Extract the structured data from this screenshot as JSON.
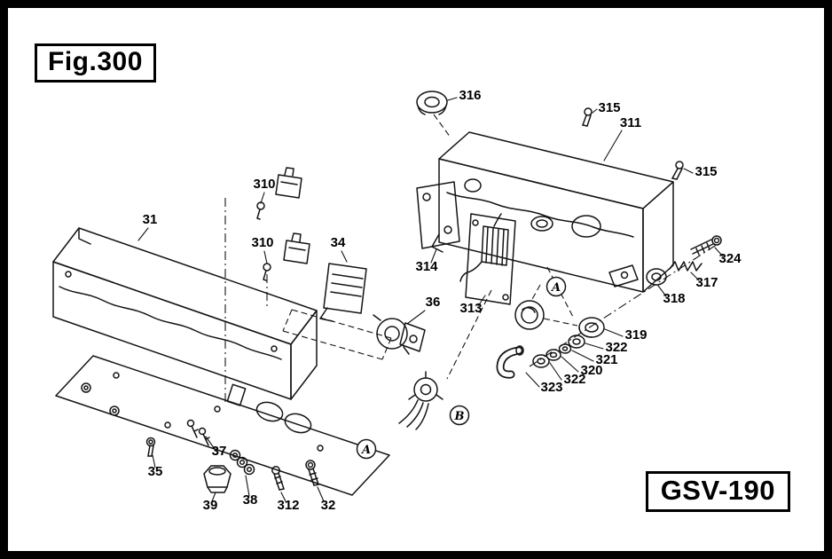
{
  "figure": {
    "title": "Fig.300",
    "model": "GSV-190"
  },
  "colors": {
    "ink": "#141414",
    "background": "#ffffff"
  },
  "part_labels": [
    {
      "text": "31"
    },
    {
      "text": "310"
    },
    {
      "text": "310"
    },
    {
      "text": "34"
    },
    {
      "text": "36"
    },
    {
      "text": "316"
    },
    {
      "text": "315"
    },
    {
      "text": "311"
    },
    {
      "text": "315"
    },
    {
      "text": "314"
    },
    {
      "text": "313"
    },
    {
      "text": "324"
    },
    {
      "text": "317"
    },
    {
      "text": "318"
    },
    {
      "text": "319"
    },
    {
      "text": "322"
    },
    {
      "text": "321"
    },
    {
      "text": "320"
    },
    {
      "text": "322"
    },
    {
      "text": "323"
    },
    {
      "text": "37"
    },
    {
      "text": "35"
    },
    {
      "text": "39"
    },
    {
      "text": "38"
    },
    {
      "text": "312"
    },
    {
      "text": "32"
    }
  ],
  "view_labels": [
    {
      "text": "A"
    },
    {
      "text": "B"
    },
    {
      "text": "A"
    }
  ]
}
